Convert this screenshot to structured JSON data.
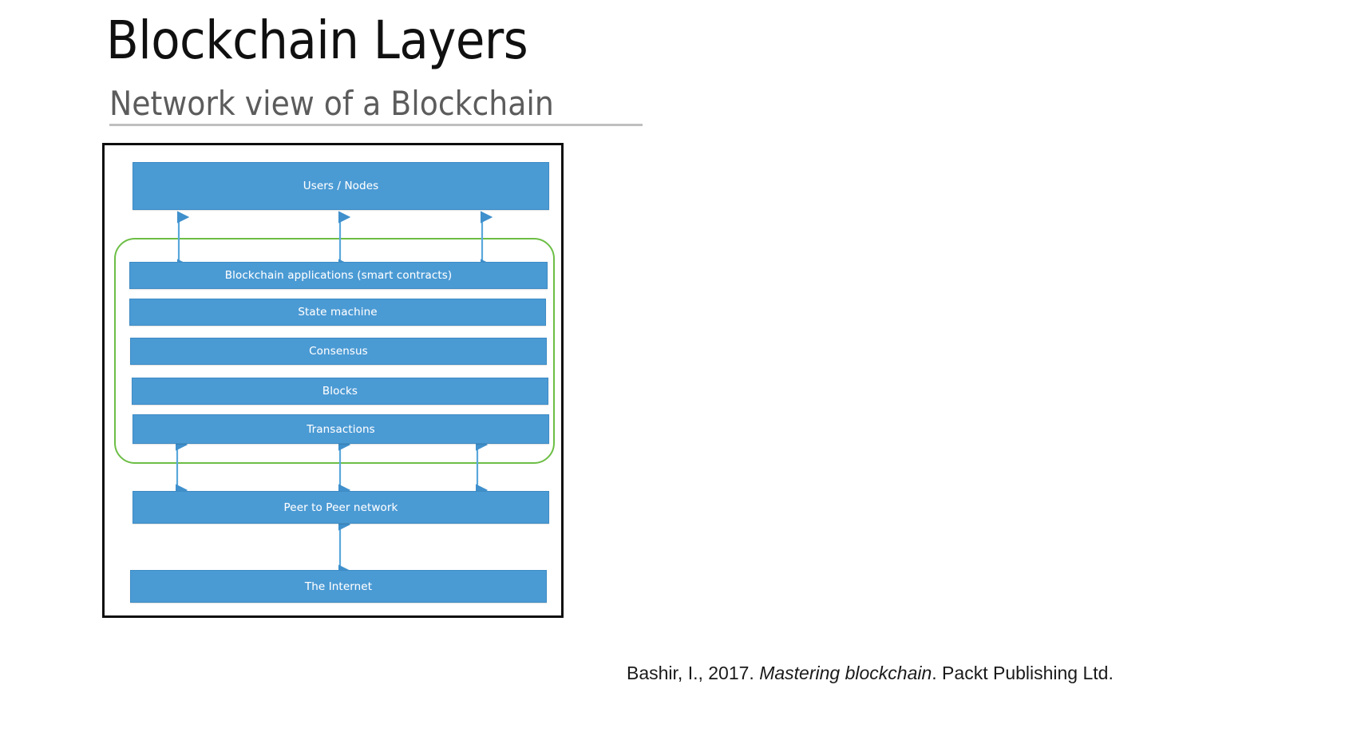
{
  "slide": {
    "title": "Blockchain Layers",
    "subtitle": "Network view of a Blockchain",
    "background_color": "#ffffff"
  },
  "citation": {
    "prefix": "Bashir, I., 2017. ",
    "work_title": "Mastering blockchain",
    "suffix": ". Packt Publishing Ltd."
  },
  "diagram": {
    "name": "blockchain-layers-stack",
    "frame_border_color": "#0e0e0e",
    "bar_color": "#4a9ad4",
    "bar_text_color": "#ffffff",
    "group_outline_color": "#6cbe45",
    "arrow_color": "#4a9ad4",
    "layers": [
      {
        "id": "users-nodes",
        "label": "Users / Nodes"
      },
      {
        "id": "blockchain-applications",
        "label": "Blockchain applications (smart contracts)"
      },
      {
        "id": "state-machine",
        "label": "State machine"
      },
      {
        "id": "consensus",
        "label": "Consensus"
      },
      {
        "id": "blocks",
        "label": "Blocks"
      },
      {
        "id": "transactions",
        "label": "Transactions"
      },
      {
        "id": "peer-to-peer-network",
        "label": "Peer to Peer network"
      },
      {
        "id": "the-internet",
        "label": "The Internet"
      }
    ],
    "grouped_layers": [
      "Blockchain applications (smart contracts)",
      "State machine",
      "Consensus",
      "Blocks",
      "Transactions"
    ],
    "connections": [
      {
        "from": "Users / Nodes",
        "to": "Blockchain applications (smart contracts)",
        "style": "double-arrow",
        "count": 3
      },
      {
        "from": "Transactions",
        "to": "Peer to Peer network",
        "style": "double-arrow",
        "count": 3
      },
      {
        "from": "Peer to Peer network",
        "to": "The Internet",
        "style": "double-arrow",
        "count": 1
      }
    ]
  }
}
